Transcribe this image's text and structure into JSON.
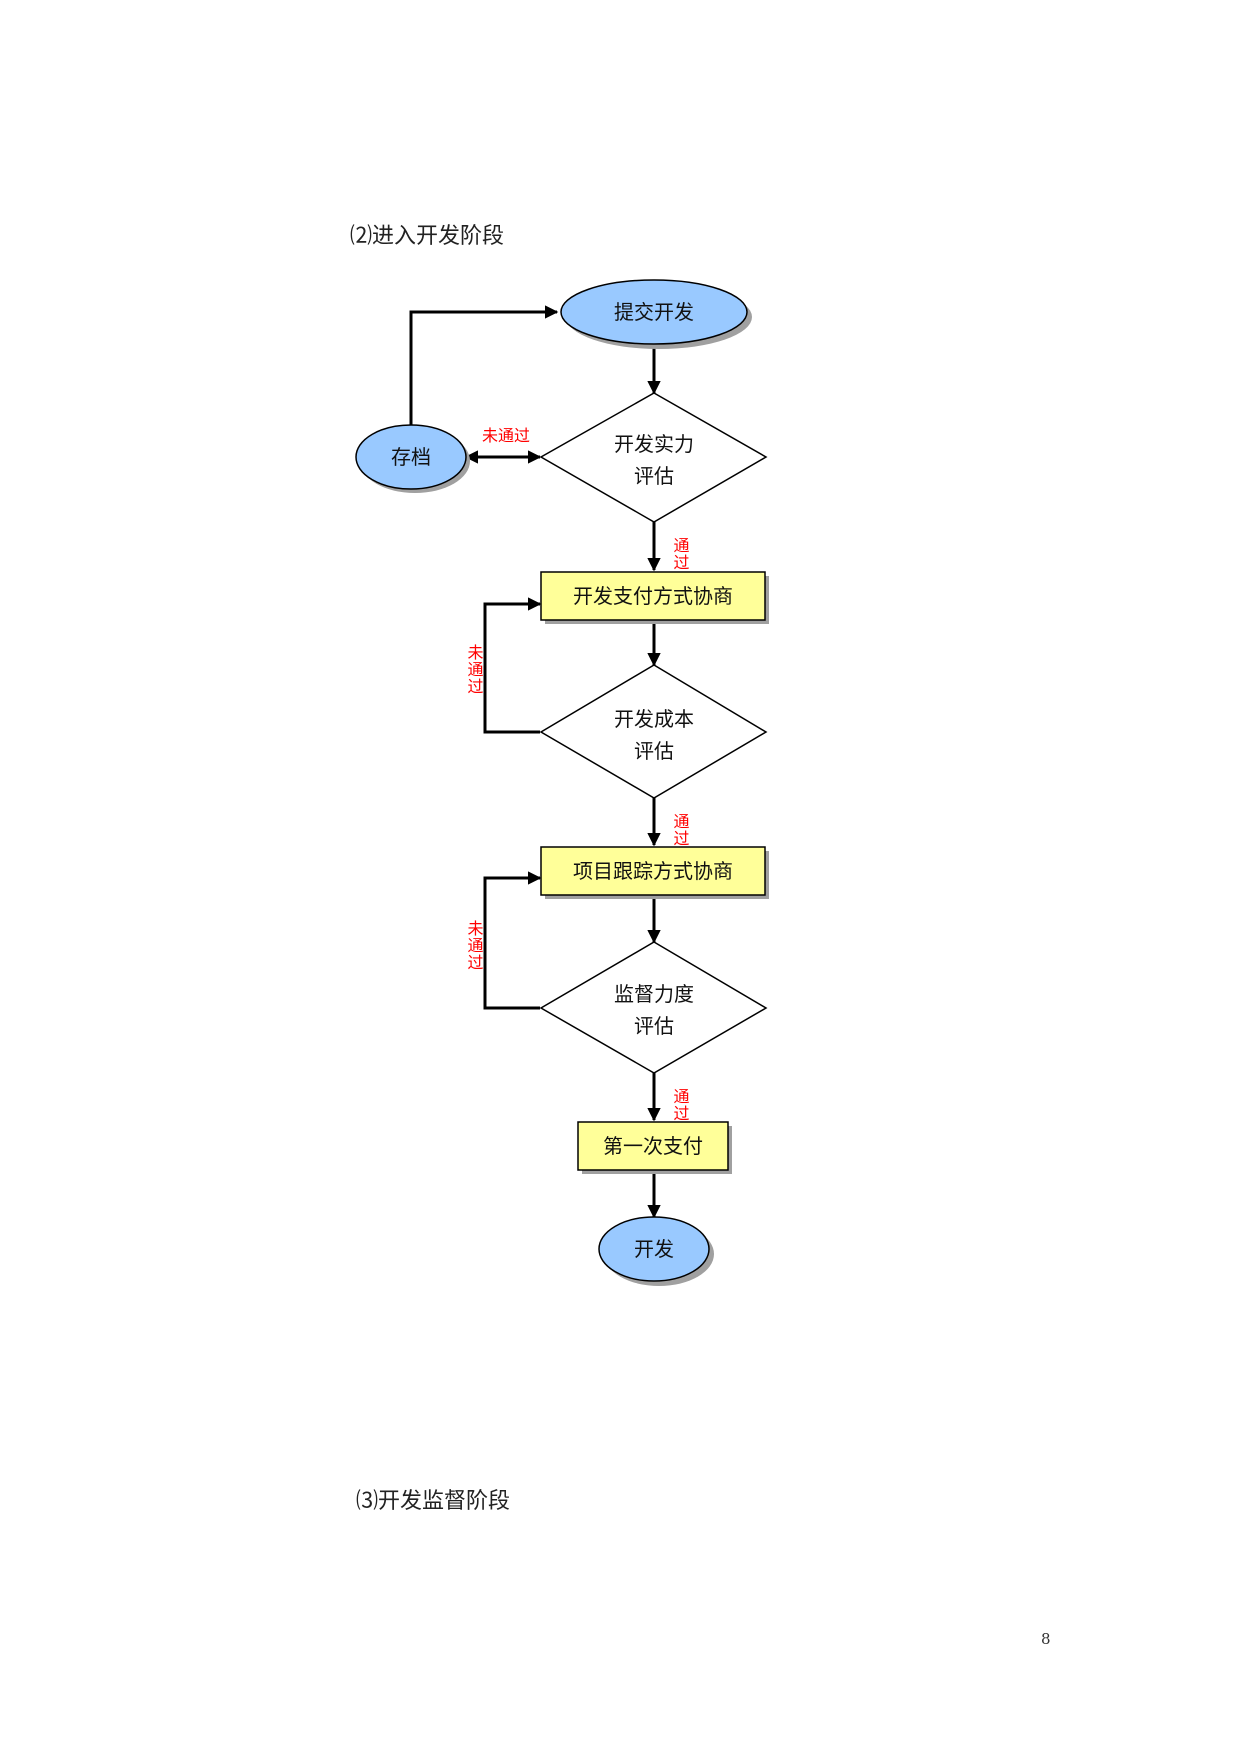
{
  "section2_heading": "⑵进入开发阶段",
  "section3_heading": "⑶开发监督阶段",
  "page_number": "8",
  "colors": {
    "terminal_fill": "#99c9ff",
    "process_fill": "#ffff99",
    "decision_fill": "#ffffff",
    "edge_label": "#ff0000",
    "line": "#000000"
  },
  "nodes": {
    "submit": {
      "type": "terminal",
      "lines": [
        "提交开发"
      ]
    },
    "archive": {
      "type": "terminal",
      "lines": [
        "存档"
      ]
    },
    "dev_capability": {
      "type": "decision",
      "lines": [
        "开发实力",
        "评估"
      ]
    },
    "payment_negotiation": {
      "type": "process",
      "lines": [
        "开发支付方式协商"
      ]
    },
    "dev_cost": {
      "type": "decision",
      "lines": [
        "开发成本",
        "评估"
      ]
    },
    "tracking_negotiation": {
      "type": "process",
      "lines": [
        "项目跟踪方式协商"
      ]
    },
    "supervision": {
      "type": "decision",
      "lines": [
        "监督力度",
        "评估"
      ]
    },
    "first_payment": {
      "type": "process",
      "lines": [
        "第一次支付"
      ]
    },
    "develop": {
      "type": "terminal",
      "lines": [
        "开发"
      ]
    }
  },
  "edge_labels": {
    "fail": "未通过",
    "pass": "通过"
  }
}
